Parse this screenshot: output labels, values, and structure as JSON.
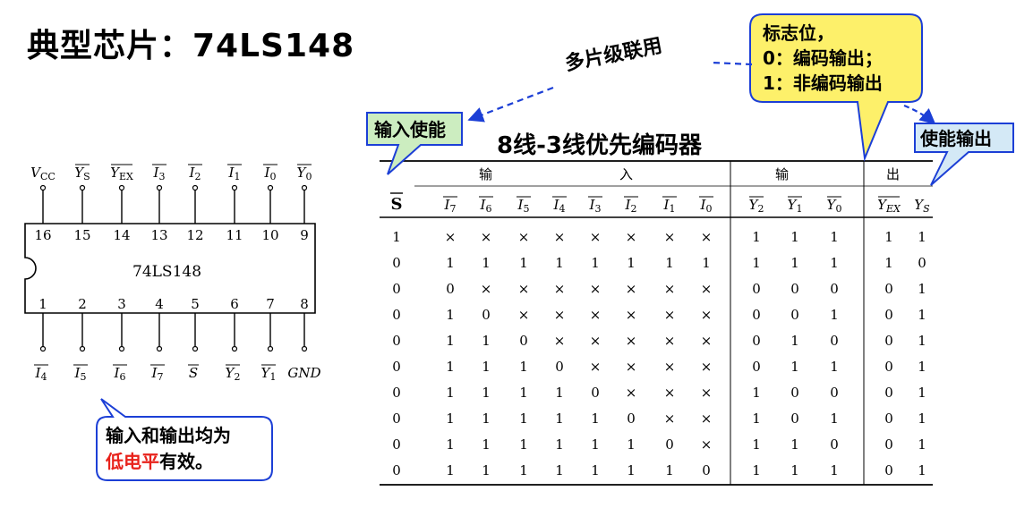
{
  "title": "典型芯片：74LS148",
  "table_title": "8线-3线优先编码器",
  "cascade_label": "多片级联用",
  "callouts": {
    "enable_input": "输入使能",
    "flag_line1": "标志位，",
    "flag_line2": "0：编码输出；",
    "flag_line3": "1：非编码输出",
    "enable_output": "使能输出",
    "low_level_1": "输入和输出均为",
    "low_level_red": "低电平",
    "low_level_2": "有效。",
    "highlight_color": "#e8221b"
  },
  "colors": {
    "callout_fill_yellow": "#fdf06a",
    "callout_border_blue": "#1c3fd6",
    "callout_fill_green": "#ccedc0",
    "arrow_blue": "#1c3fd6"
  },
  "chip": {
    "name": "74LS148",
    "top_pins": [
      {
        "num": "16",
        "label": "VCC"
      },
      {
        "num": "15",
        "label": "YS"
      },
      {
        "num": "14",
        "label": "YEX"
      },
      {
        "num": "13",
        "label": "I3"
      },
      {
        "num": "12",
        "label": "I2"
      },
      {
        "num": "11",
        "label": "I1"
      },
      {
        "num": "10",
        "label": "I0"
      },
      {
        "num": "9",
        "label": "Y0"
      }
    ],
    "bottom_pins": [
      {
        "num": "1",
        "label": "I4"
      },
      {
        "num": "2",
        "label": "I5"
      },
      {
        "num": "3",
        "label": "I6"
      },
      {
        "num": "4",
        "label": "I7"
      },
      {
        "num": "5",
        "label": "S"
      },
      {
        "num": "6",
        "label": "Y2"
      },
      {
        "num": "7",
        "label": "Y1"
      },
      {
        "num": "8",
        "label": "GND"
      }
    ]
  },
  "truth_table": {
    "group_headers": {
      "input_1": "输",
      "input_2": "入",
      "output_1": "输",
      "output_2": "出"
    },
    "columns": [
      "S",
      "I7",
      "I6",
      "I5",
      "I4",
      "I3",
      "I2",
      "I1",
      "I0",
      "Y2",
      "Y1",
      "Y0",
      "YEX",
      "YS"
    ],
    "rows": [
      [
        "1",
        "×",
        "×",
        "×",
        "×",
        "×",
        "×",
        "×",
        "×",
        "1",
        "1",
        "1",
        "1",
        "1"
      ],
      [
        "0",
        "1",
        "1",
        "1",
        "1",
        "1",
        "1",
        "1",
        "1",
        "1",
        "1",
        "1",
        "1",
        "0"
      ],
      [
        "0",
        "0",
        "×",
        "×",
        "×",
        "×",
        "×",
        "×",
        "×",
        "0",
        "0",
        "0",
        "0",
        "1"
      ],
      [
        "0",
        "1",
        "0",
        "×",
        "×",
        "×",
        "×",
        "×",
        "×",
        "0",
        "0",
        "1",
        "0",
        "1"
      ],
      [
        "0",
        "1",
        "1",
        "0",
        "×",
        "×",
        "×",
        "×",
        "×",
        "0",
        "1",
        "0",
        "0",
        "1"
      ],
      [
        "0",
        "1",
        "1",
        "1",
        "0",
        "×",
        "×",
        "×",
        "×",
        "0",
        "1",
        "1",
        "0",
        "1"
      ],
      [
        "0",
        "1",
        "1",
        "1",
        "1",
        "0",
        "×",
        "×",
        "×",
        "1",
        "0",
        "0",
        "0",
        "1"
      ],
      [
        "0",
        "1",
        "1",
        "1",
        "1",
        "1",
        "0",
        "×",
        "×",
        "1",
        "0",
        "1",
        "0",
        "1"
      ],
      [
        "0",
        "1",
        "1",
        "1",
        "1",
        "1",
        "1",
        "0",
        "×",
        "1",
        "1",
        "0",
        "0",
        "1"
      ],
      [
        "0",
        "1",
        "1",
        "1",
        "1",
        "1",
        "1",
        "1",
        "0",
        "1",
        "1",
        "1",
        "0",
        "1"
      ]
    ]
  }
}
